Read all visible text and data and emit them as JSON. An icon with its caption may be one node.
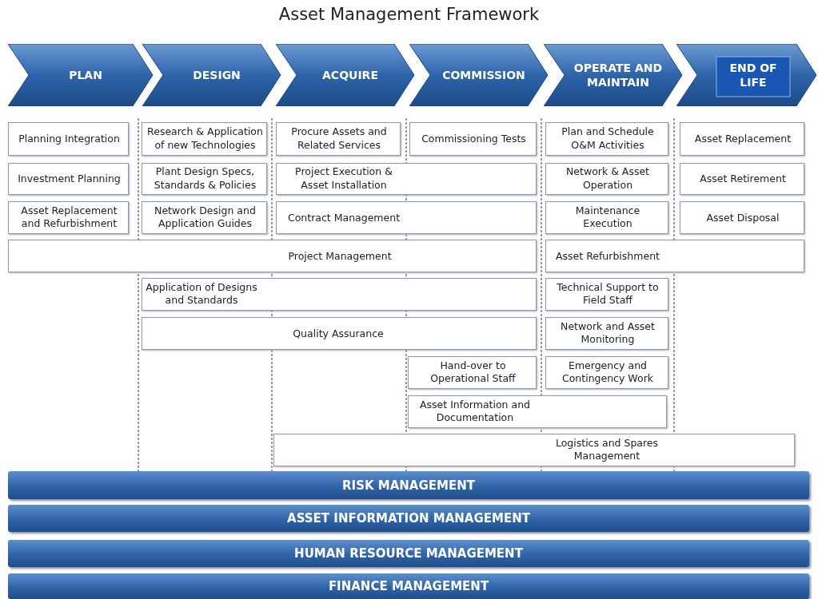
{
  "diagram": {
    "title": "Asset Management Framework",
    "nodes": [
      {
        "text": [
          "PLAN"
        ]
      },
      {
        "text": [
          "DESIGN"
        ]
      },
      {
        "text": [
          "ACQUIRE"
        ]
      },
      {
        "text": [
          "COMMISSION"
        ]
      },
      {
        "text": [
          "OPERATE AND MAINTAIN"
        ]
      },
      {
        "text": [
          "END OF LIFE"
        ]
      },
      {
        "text": [
          "Planning Integration"
        ]
      },
      {
        "text": [
          "Research & Application of new Technologies"
        ]
      },
      {
        "text": [
          "Procure Assets and Related Services"
        ]
      },
      {
        "text": [
          "Commissioning Tests"
        ]
      },
      {
        "text": [
          "Plan and Schedule O&M Activities"
        ]
      },
      {
        "text": [
          "Asset Replacement"
        ]
      },
      {
        "text": [
          "Investment Planning"
        ]
      },
      {
        "text": [
          "Plant Design Specs, Standards & Policies"
        ]
      },
      {
        "text": [
          "Project Execution & Asset Installation"
        ]
      },
      {
        "text": [
          "Network & Asset Operation"
        ]
      },
      {
        "text": [
          "Asset Retirement"
        ]
      },
      {
        "text": [
          "Asset Replacement and Refurbishment"
        ]
      },
      {
        "text": [
          "Network Design and Application Guides"
        ]
      },
      {
        "text": [
          "Contract Management"
        ]
      },
      {
        "text": [
          "Maintenance Execution"
        ]
      },
      {
        "text": [
          "Asset Disposal"
        ]
      },
      {
        "text": [
          "Project Management"
        ]
      },
      {
        "text": [
          "Asset Refurbishment"
        ]
      },
      {
        "text": [
          "Application of  Designs and Standards"
        ]
      },
      {
        "text": [
          "Technical Support to Field Staff"
        ]
      },
      {
        "text": [
          "Quality Assurance"
        ]
      },
      {
        "text": [
          "Network and Asset Monitoring"
        ]
      },
      {
        "text": [
          "Hand-over to Operational Staff"
        ]
      },
      {
        "text": [
          "Emergency and Contingency Work"
        ]
      },
      {
        "text": [
          "Asset Information and Documentation"
        ]
      },
      {
        "text": [
          "Logistics and Spares Management"
        ]
      },
      {
        "text": [
          "RISK MANAGEMENT"
        ]
      },
      {
        "text": [
          "ASSET INFORMATION MANAGEMENT"
        ]
      },
      {
        "text": [
          "HUMAN RESOURCE MANAGEMENT"
        ]
      },
      {
        "text": [
          "FINANCE MANAGEMENT"
        ]
      }
    ]
  }
}
